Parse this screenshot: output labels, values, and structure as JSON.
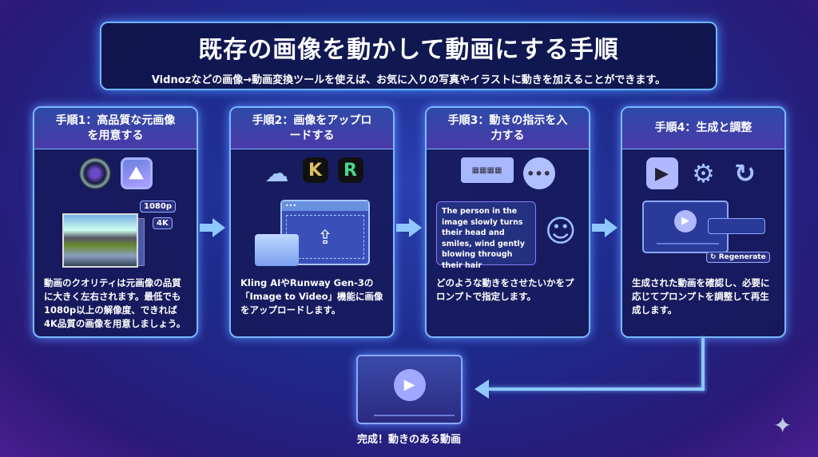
{
  "title": "既存の画像を動かして動画にする手順",
  "subtitle": "Vidnozなどの画像→動画変換ツールを使えば、お気に入りの写真やイラストに動きを加えることができます。",
  "steps": [
    {
      "title": "手順1：高品質な元画像を用意する",
      "badges": [
        "1080p",
        "4K"
      ],
      "description": "動画のクオリティは元画像の品質に大きく左右されます。最低でも1080p以上の解像度、できれば4K品質の画像を用意しましょう。"
    },
    {
      "title": "手順2：画像をアップロードする",
      "logos": [
        "K",
        "R"
      ],
      "description": "Kling AIやRunway Gen-3の「Image to Video」機能に画像をアップロードします。"
    },
    {
      "title": "手順3：動きの指示を入力する",
      "prompt": "The person in the image slowly turns their head and smiles, wind gently blowing through their hair",
      "description": "どのような動きをさせたいかをプロンプトで指定します。"
    },
    {
      "title": "手順4：生成と調整",
      "regenerate": "Regenerate",
      "description": "生成された動画を確認し、必要に応じてプロンプトを調整して再生成します。"
    }
  ],
  "final": {
    "caption": "完成！動きのある動画"
  }
}
